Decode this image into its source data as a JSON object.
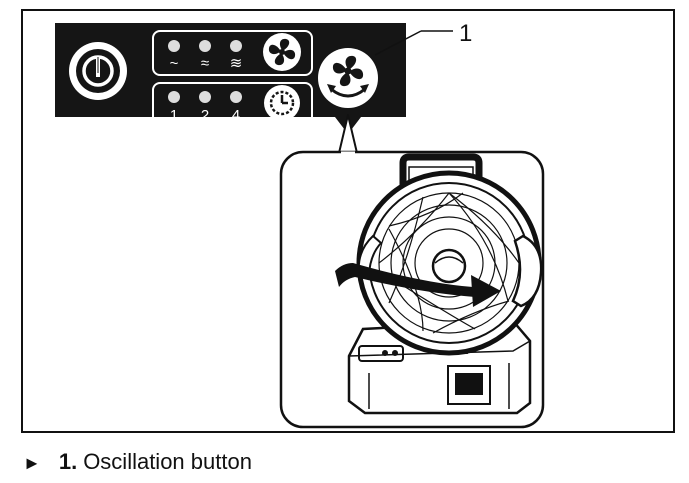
{
  "figure": {
    "callout_number": "1",
    "panel": {
      "speed_labels": [
        "~",
        "≈",
        "≋"
      ],
      "timer_labels": [
        "1",
        "2",
        "4"
      ]
    }
  },
  "caption": {
    "bullet": "►",
    "number": "1.",
    "text": "Oscillation button"
  },
  "colors": {
    "panel": "#151515",
    "ink": "#111111",
    "background": "#ffffff"
  },
  "icons": [
    "power-icon",
    "fan-icon",
    "timer-icon",
    "oscillation-icon",
    "arrow-bullet-icon"
  ]
}
